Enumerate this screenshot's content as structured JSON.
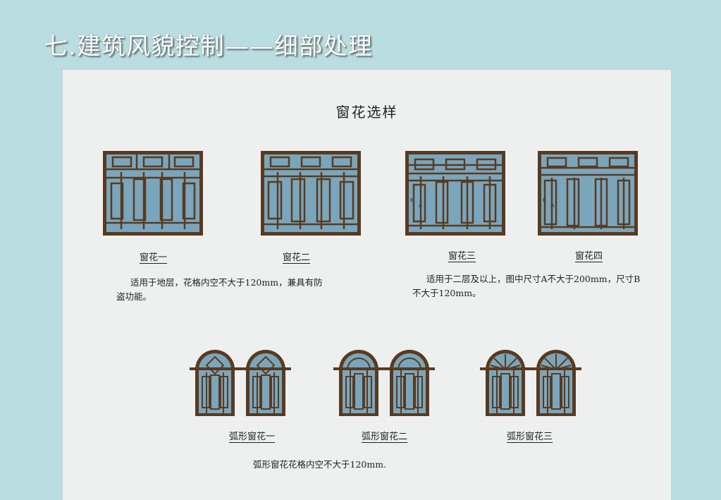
{
  "slide": {
    "title": "七.建筑风貌控制——细部处理"
  },
  "panel": {
    "title": "窗花选样",
    "rect_windows": [
      {
        "caption": "窗花一"
      },
      {
        "caption": "窗花二"
      },
      {
        "caption": "窗花三",
        "dim_a": "A",
        "dim_b": "B"
      },
      {
        "caption": "窗花四",
        "dim_a": "A",
        "dim_b": "B"
      }
    ],
    "note_1": "适用于地层，花格内空不大于120mm，兼具有防盗功能。",
    "note_2": "适用于二层及以上，图中尺寸A不大于200mm，尺寸B不大于120mm。",
    "arch_windows": [
      {
        "caption": "弧形窗花一"
      },
      {
        "caption": "弧形窗花二"
      },
      {
        "caption": "弧形窗花三"
      }
    ],
    "note_3": "弧形窗花花格内空不大于120mm."
  },
  "colors": {
    "frame": "#5a3a1e",
    "glass": "#7aa6bd",
    "background": "#b9dde0",
    "panel": "#eef0f0"
  }
}
